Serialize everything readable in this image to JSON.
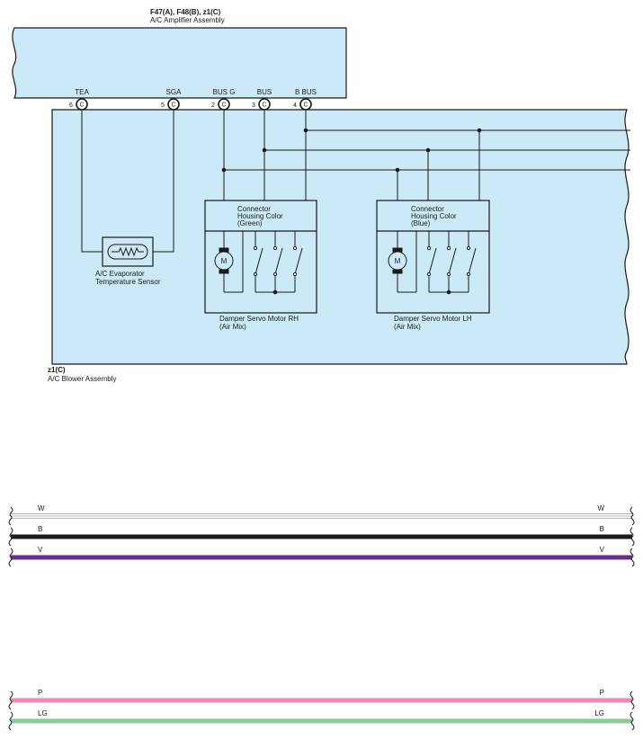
{
  "amplifier": {
    "connectors": "F47(A), F48(B), z1(C)",
    "name": "A/C Amplifier Assembly",
    "terminals": [
      {
        "name": "TEA",
        "pin": "6",
        "conn": "C"
      },
      {
        "name": "SGA",
        "pin": "5",
        "conn": "C"
      },
      {
        "name": "BUS G",
        "pin": "2",
        "conn": "C"
      },
      {
        "name": "BUS",
        "pin": "3",
        "conn": "C"
      },
      {
        "name": "B BUS",
        "pin": "4",
        "conn": "C"
      }
    ]
  },
  "blower": {
    "connector": "z1(C)",
    "name": "A/C Blower Assembly"
  },
  "sensor": {
    "line1": "A/C Evaporator",
    "line2": "Temperature Sensor"
  },
  "motor_rh": {
    "housing_line1": "Connector",
    "housing_line2": "Housing Color",
    "housing_line3": "(Green)",
    "motor_symbol": "M",
    "name_line1": "Damper Servo Motor RH",
    "name_line2": "(Air Mix)"
  },
  "motor_lh": {
    "housing_line1": "Connector",
    "housing_line2": "Housing Color",
    "housing_line3": "(Blue)",
    "motor_symbol": "M",
    "name_line1": "Damper Servo Motor LH",
    "name_line2": "(Air Mix)"
  },
  "wire_legend": [
    {
      "code": "W",
      "color": "#d0d0d0"
    },
    {
      "code": "B",
      "color": "#1a1a1a"
    },
    {
      "code": "V",
      "color": "#6a2d8a"
    },
    {
      "code": "P",
      "color": "#ee88b8"
    },
    {
      "code": "LG",
      "color": "#88cc99"
    }
  ],
  "colors": {
    "box_fill": "#cce9f7",
    "line": "#1a1a1a"
  }
}
